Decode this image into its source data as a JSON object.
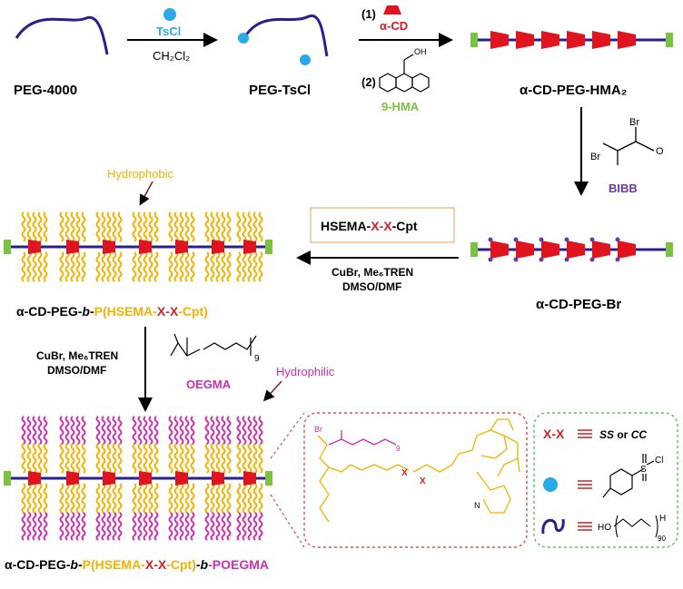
{
  "colors": {
    "peg_chain": "#2b1f8f",
    "tscl_dot": "#2aa9e6",
    "cyclodextrin": "#e0141e",
    "end_cap": "#7cc242",
    "br_dot": "#6d3aa0",
    "hydrophobic": "#f2b200",
    "hydrophilic": "#cc2fb0",
    "linker_red": "#d42020",
    "arrow": "#000000",
    "zoom_frame_red": "#d65050",
    "zoom_frame_green": "#5fbf5f"
  },
  "labels": {
    "peg4000": "PEG-4000",
    "peg_tscl": "PEG-TsCl",
    "tscl": "TsCl",
    "ch2cl2": "CH₂Cl₂",
    "step1": "(1)",
    "alpha_cd": "α-CD",
    "step2": "(2)",
    "oh": "OH",
    "hma": "9-HMA",
    "cd_peg_hma2": "α-CD-PEG-HMA₂",
    "bibb": "BIBB",
    "br1": "Br",
    "br2": "Br",
    "o_atom": "O",
    "cd_peg_br": "α-CD-PEG-Br",
    "hsema_box_a": "HSEMA-",
    "hsema_box_b": "X-X",
    "hsema_box_c": "-Cpt",
    "cubr1": "CuBr, Me₆TREN",
    "dmso1": "DMSO/DMF",
    "hydrophobic": "Hydrophobic",
    "mid_a": "α-CD-PEG-",
    "mid_b": "b",
    "mid_c": "-",
    "mid_d": "P(HSEMA-",
    "mid_e": "X-X",
    "mid_f": "-Cpt)",
    "cubr2": "CuBr, Me₆TREN",
    "dmso2": "DMSO/DMF",
    "oegma": "OEGMA",
    "oegma_n": "9",
    "hydrophilic": "Hydrophilic",
    "fin_a": "α-CD-PEG-",
    "fin_b": "b",
    "fin_c": "-",
    "fin_d": "P(HSEMA-",
    "fin_e": "X-X",
    "fin_f": "-Cpt)",
    "fin_g": "-",
    "fin_h": "b",
    "fin_i": "-POEGMA",
    "legend_xx_a": "X-X",
    "legend_xx_b": "SS",
    "legend_xx_c": " or ",
    "legend_xx_d": "CC",
    "legend_cl": "Cl",
    "legend_s": "S",
    "legend_ho": "HO",
    "legend_h": "H",
    "legend_90": "90",
    "zoom_br": "Br",
    "zoom_x1": "X",
    "zoom_x2": "X",
    "zoom_n": "9",
    "zoom_n_atom": "N"
  }
}
